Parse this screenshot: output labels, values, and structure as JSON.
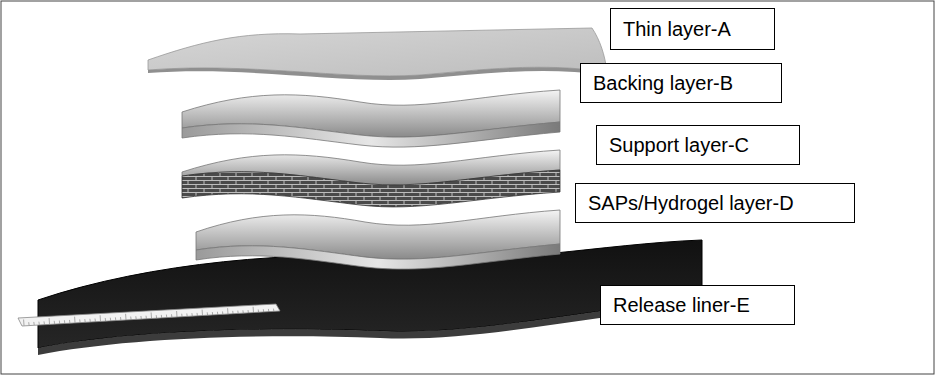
{
  "diagram": {
    "nodes": [
      {
        "text": [
          "Thin layer-A"
        ]
      },
      {
        "text": [
          "Backing layer-B"
        ]
      },
      {
        "text": [
          "Support layer-C"
        ]
      },
      {
        "text": [
          "SAPs/Hydrogel layer-D"
        ]
      },
      {
        "text": [
          "Release liner-E"
        ]
      }
    ]
  }
}
